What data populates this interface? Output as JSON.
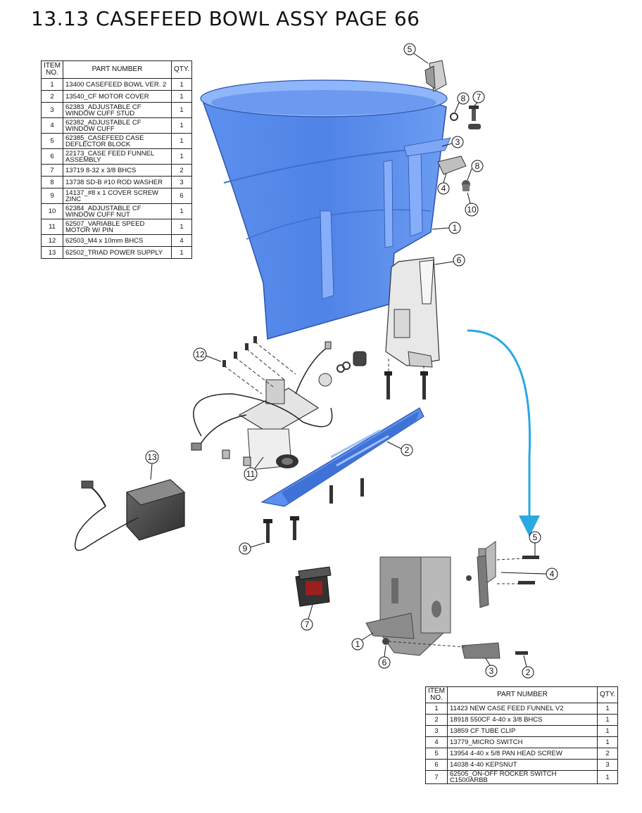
{
  "page": {
    "title": "13.13 CASEFEED BOWL ASSY PAGE 66"
  },
  "bom_main": {
    "headers": {
      "item": "ITEM NO.",
      "part": "PART NUMBER",
      "qty": "QTY."
    },
    "rows": [
      {
        "item": "1",
        "part": "13400 CASEFEED BOWL VER. 2",
        "qty": "1"
      },
      {
        "item": "2",
        "part": "13540_CF MOTOR COVER",
        "qty": "1"
      },
      {
        "item": "3",
        "part": "62383_ADJUSTABLE CF WINDOW CUFF STUD",
        "qty": "1"
      },
      {
        "item": "4",
        "part": "62382_ADJUSTABLE CF WINDOW CUFF",
        "qty": "1"
      },
      {
        "item": "5",
        "part": "62385_CASEFEED CASE DEFLECTOR BLOCK",
        "qty": "1"
      },
      {
        "item": "6",
        "part": "22173_CASE FEED FUNNEL ASSEMBLY",
        "qty": "1"
      },
      {
        "item": "7",
        "part": "13719 8-32 x 3/8 BHCS",
        "qty": "2"
      },
      {
        "item": "8",
        "part": "13738 SD-B #10 ROD WASHER",
        "qty": "3"
      },
      {
        "item": "9",
        "part": "14137_#8 x 1 COVER SCREW ZINC",
        "qty": "6"
      },
      {
        "item": "10",
        "part": "62384_ADJUSTABLE CF WINDOW CUFF NUT",
        "qty": "1"
      },
      {
        "item": "11",
        "part": "62507_VARIABLE SPEED MOTOR W/ PIN",
        "qty": "1"
      },
      {
        "item": "12",
        "part": "62503_M4 x 10mm BHCS",
        "qty": "4"
      },
      {
        "item": "13",
        "part": "62502_TRIAD POWER SUPPLY",
        "qty": "1"
      }
    ]
  },
  "bom_funnel": {
    "headers": {
      "item": "ITEM NO.",
      "part": "PART NUMBER",
      "qty": "QTY."
    },
    "rows": [
      {
        "item": "1",
        "part": "11423 NEW CASE FEED FUNNEL V2",
        "qty": "1"
      },
      {
        "item": "2",
        "part": "18918 550CF 4-40 x 3/8 BHCS",
        "qty": "1"
      },
      {
        "item": "3",
        "part": "13859 CF TUBE CLIP",
        "qty": "1"
      },
      {
        "item": "4",
        "part": "13779_MICRO SWITCH",
        "qty": "1"
      },
      {
        "item": "5",
        "part": "13954 4-40 x 5/8 PAN HEAD SCREW",
        "qty": "2"
      },
      {
        "item": "6",
        "part": "14038 4-40 KEPSNUT",
        "qty": "3"
      },
      {
        "item": "7",
        "part": "62505_ON-OFF ROCKER SWITCH C1500ARBB",
        "qty": "1"
      }
    ]
  },
  "callouts_main": [
    "5",
    "8",
    "7",
    "3",
    "8",
    "4",
    "10",
    "1",
    "6",
    "12",
    "2",
    "13",
    "11",
    "9"
  ],
  "callouts_funnel": [
    "5",
    "4",
    "7",
    "1",
    "6",
    "3",
    "2"
  ],
  "colors": {
    "bowl": "#5b8ff0",
    "bowl_light": "#9cc0ff",
    "arrow": "#2aa8e0",
    "metal": "#c9c9c9"
  }
}
